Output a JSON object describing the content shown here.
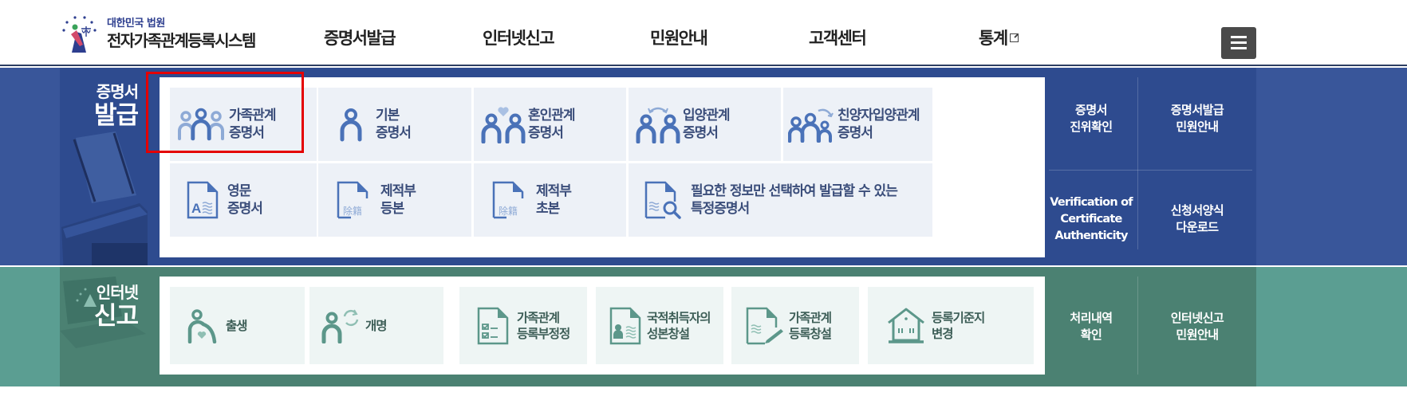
{
  "header": {
    "logo_sub": "대한민국 법원",
    "logo_main": "전자가족관계등록시스템",
    "nav": [
      {
        "label": "증명서발급"
      },
      {
        "label": "인터넷신고"
      },
      {
        "label": "민원안내"
      },
      {
        "label": "고객센터"
      },
      {
        "label": "통계",
        "external": true
      }
    ],
    "menu_icon": "hamburger-icon"
  },
  "colors": {
    "blue_outer": "#39569a",
    "blue_inner": "#2e4b8f",
    "green_outer": "#5b9e92",
    "green_inner": "#4b8172",
    "card_blue_bg": "#edf1f7",
    "card_green_bg": "#eef5f4",
    "icon_blue": "#4a72b8",
    "icon_green": "#5c978a",
    "highlight": "#e40000"
  },
  "certificate": {
    "title_line1": "증명서",
    "title_line2": "발급",
    "cards": [
      {
        "label": "가족관계\n증명서",
        "icon": "family-icon",
        "selected": true
      },
      {
        "label": "기본\n증명서",
        "icon": "person-icon"
      },
      {
        "label": "혼인관계\n증명서",
        "icon": "couple-heart-icon"
      },
      {
        "label": "입양관계\n증명서",
        "icon": "adoption-icon"
      },
      {
        "label": "친양자입양관계\n증명서",
        "icon": "full-adoption-icon"
      },
      {
        "label": "영문\n증명서",
        "icon": "english-document-icon"
      },
      {
        "label": "제적부\n등본",
        "icon": "removed-register-icon"
      },
      {
        "label": "제적부\n초본",
        "icon": "removed-register-icon"
      },
      {
        "label": "필요한 정보만 선택하여 발급할 수 있는\n특정증명서",
        "icon": "document-search-icon"
      }
    ],
    "side_links": [
      {
        "label": "증명서\n진위확인"
      },
      {
        "label": "증명서발급\n민원안내"
      },
      {
        "label": "Verification of\nCertificate\nAuthenticity"
      },
      {
        "label": "신청서양식\n다운로드"
      }
    ],
    "icon_text_removed": "除籍"
  },
  "report": {
    "title_line1": "인터넷",
    "title_line2": "신고",
    "cards": [
      {
        "label": "출생",
        "icon": "birth-icon"
      },
      {
        "label": "개명",
        "icon": "rename-icon"
      },
      {
        "label": "가족관계\n등록부정정",
        "icon": "checklist-document-icon"
      },
      {
        "label": "국적취득자의\n성본창설",
        "icon": "id-document-icon"
      },
      {
        "label": "가족관계\n등록창설",
        "icon": "document-pen-icon"
      },
      {
        "label": "등록기준지\n변경",
        "icon": "house-icon"
      }
    ],
    "side_links": [
      {
        "label": "처리내역\n확인"
      },
      {
        "label": "인터넷신고\n민원안내"
      }
    ]
  }
}
